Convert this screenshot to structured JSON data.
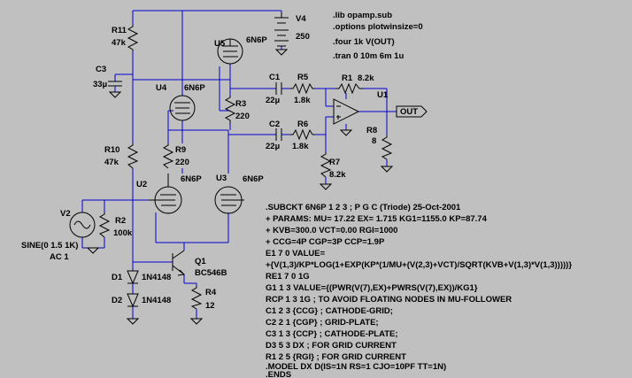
{
  "components": {
    "r11": {
      "ref": "R11",
      "value": "47k"
    },
    "c3": {
      "ref": "C3",
      "value": "33µ"
    },
    "r10": {
      "ref": "R10",
      "value": "47k"
    },
    "u4": {
      "ref": "U4",
      "value": "6N6P"
    },
    "u5": {
      "ref": "U5",
      "value": "6N6P"
    },
    "u2": {
      "ref": "U2",
      "value": "6N6P"
    },
    "u3": {
      "ref": "U3",
      "value": "6N6P"
    },
    "v4": {
      "ref": "V4",
      "value": "250"
    },
    "r3": {
      "ref": "R3",
      "value": "220"
    },
    "r9": {
      "ref": "R9",
      "value": "220"
    },
    "c1": {
      "ref": "C1",
      "value": "22µ"
    },
    "c2": {
      "ref": "C2",
      "value": "22µ"
    },
    "r5": {
      "ref": "R5",
      "value": "1.8k"
    },
    "r6": {
      "ref": "R6",
      "value": "1.8k"
    },
    "r1": {
      "ref": "R1",
      "value": "8.2k"
    },
    "r7": {
      "ref": "R7",
      "value": "8.2k"
    },
    "r8": {
      "ref": "R8",
      "value": "8"
    },
    "u1": {
      "ref": "U1"
    },
    "v2": {
      "ref": "V2",
      "value": "SINE(0 1.5 1K)",
      "ac": "AC 1"
    },
    "r2": {
      "ref": "R2",
      "value": "100k"
    },
    "q1": {
      "ref": "Q1",
      "value": "BC546B"
    },
    "r4": {
      "ref": "R4",
      "value": "12"
    },
    "d1": {
      "ref": "D1",
      "value": "1N4148"
    },
    "d2": {
      "ref": "D2",
      "value": "1N4148"
    }
  },
  "out_label": "OUT",
  "directives_top": [
    ".lib opamp.sub",
    ".options plotwinsize=0",
    ".four 1k V(OUT)",
    ".tran 0 10m 6m 1u"
  ],
  "subckt": [
    ".SUBCKT 6N6P  1 2 3 ;  P G C (Triode) 25-Oct-2001",
    "+ PARAMS: MU= 17.22  EX= 1.715  KG1=1155.0  KP=87.74",
    "+ KVB=300.0  VCT=0.00 RGI=1000",
    "+ CCG=4P  CGP=3P CCP=1.9P",
    "E1 7 0 VALUE=",
    "+{V(1,3)/KP*LOG(1+EXP(KP*(1/MU+(V(2,3)+VCT)/SQRT(KVB+V(1,3)*V(1,3)))))}",
    "RE1 7 0 1G",
    "G1 1 3 VALUE={(PWR(V(7),EX)+PWRS(V(7),EX))/KG1}",
    "RCP 1 3 1G    ; TO AVOID FLOATING NODES IN MU-FOLLOWER",
    "C1 2 3 {CCG}  ; CATHODE-GRID;",
    "C2 2 1 {CGP}  ; GRID-PLATE;",
    "C3 1 3 {CCP}  ; CATHODE-PLATE;",
    "D3 5 3 DX     ; FOR GRID CURRENT",
    "R1 2 5 {RGI}  ; FOR GRID CURRENT",
    ".MODEL DX D(IS=1N RS=1 CJO=10PF TT=1N)",
    ".ENDS"
  ]
}
